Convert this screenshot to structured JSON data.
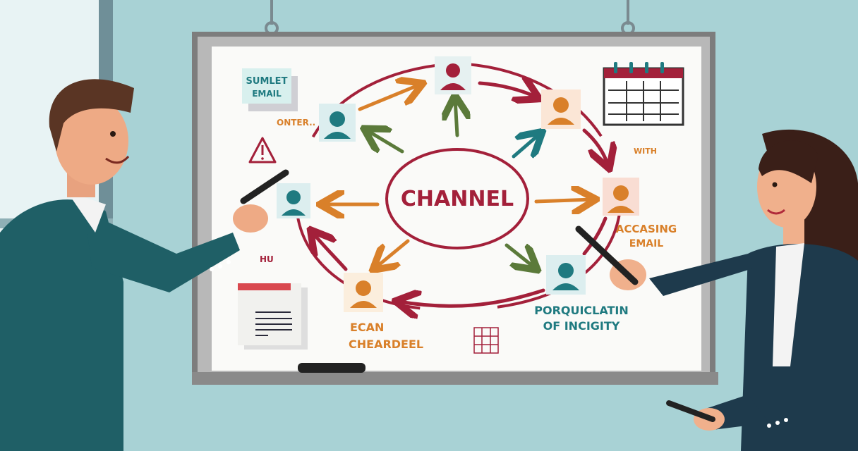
{
  "whiteboard": {
    "center_label": "CHANNEL",
    "note_card": {
      "line1": "SUMLET",
      "line2": "EMAIL"
    },
    "scribbles": {
      "top_left": "ONTER..",
      "top_right": "WITH",
      "bottom_left": "HU"
    },
    "labels": {
      "accessing": {
        "line1": "ACCASING",
        "line2": "EMAIL"
      },
      "porquiclatin": {
        "line1": "PORQUICLATIN",
        "line2": "OF INCIGITY"
      },
      "ecan": {
        "line1": "ECAN",
        "line2": "CHEARDEEL"
      }
    }
  },
  "colors": {
    "background": "#a8d2d5",
    "board": "#fafaf8",
    "frame": "#8a8a8a",
    "red": "#a3203a",
    "orange": "#d9802a",
    "teal": "#1f7a80",
    "green": "#5b7a3a",
    "jacket_left": "#1f5f66",
    "jacket_right": "#1e3a4c"
  }
}
